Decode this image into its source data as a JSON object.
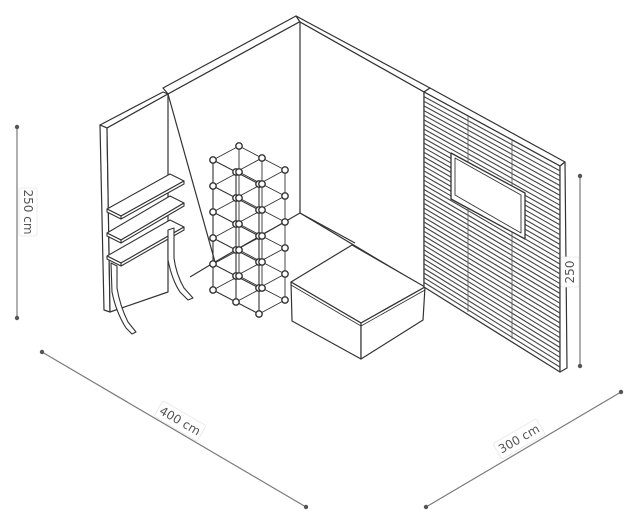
{
  "dimensions": {
    "height_left": "250 cm",
    "height_right": "250",
    "width": "400 cm",
    "depth": "300 cm"
  },
  "colors": {
    "line": "#333333",
    "dimension_line": "#7a7a7a",
    "dimension_dot": "#555555",
    "panel_stripe": "#444444"
  }
}
